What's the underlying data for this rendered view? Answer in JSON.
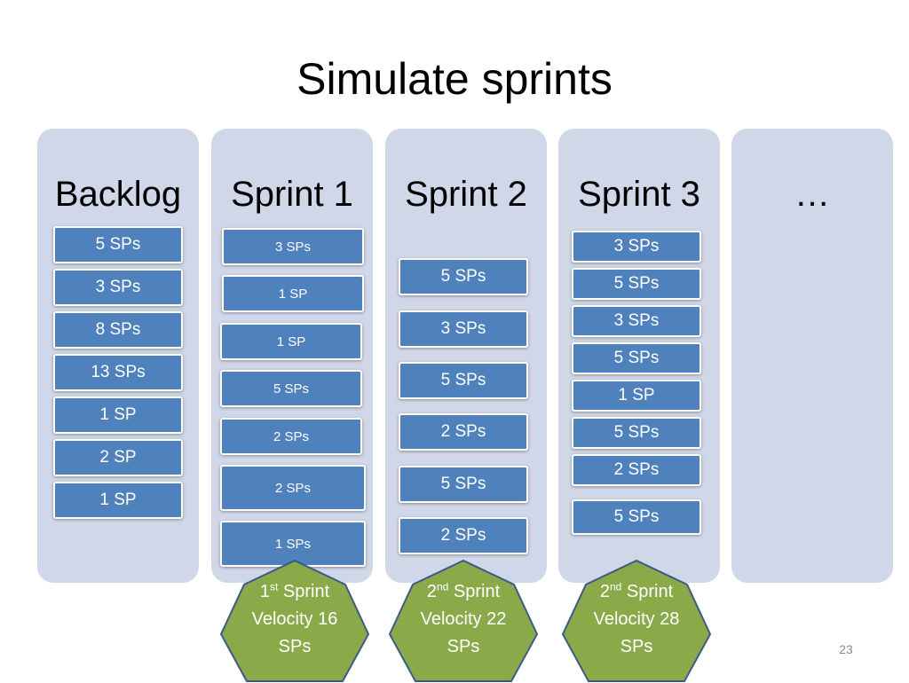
{
  "slide": {
    "title": "Simulate sprints",
    "page_number": "23"
  },
  "colors": {
    "column_bg": "#d0d7e8",
    "card_fill": "#4f81bd",
    "heptagon_fill": "#8aaa4a",
    "heptagon_stroke": "#3b5a86"
  },
  "columns": [
    {
      "header": "Backlog",
      "cards": [
        "5 SPs",
        "3 SPs",
        "8 SPs",
        "13 SPs",
        "1 SP",
        "2 SP",
        "1 SP"
      ]
    },
    {
      "header": "Sprint 1",
      "cards": [
        "3 SPs",
        "1 SP",
        "1 SP",
        "5 SPs",
        "2 SPs",
        "2 SPs",
        "1 SPs"
      ]
    },
    {
      "header": "Sprint 2",
      "cards": [
        "5 SPs",
        "3 SPs",
        "5 SPs",
        "2 SPs",
        "5 SPs",
        "2 SPs"
      ]
    },
    {
      "header": "Sprint 3",
      "cards": [
        "3 SPs",
        "5 SPs",
        "3 SPs",
        "5 SPs",
        "1 SP",
        "5 SPs",
        "2 SPs",
        "5 SPs"
      ]
    },
    {
      "header": "…",
      "cards": []
    }
  ],
  "velocities": [
    {
      "ordinal": "1",
      "suffix": "st",
      "label": " Sprint",
      "line2": "Velocity 16",
      "line3": "SPs"
    },
    {
      "ordinal": "2",
      "suffix": "nd",
      "label": " Sprint",
      "line2": "Velocity 22",
      "line3": "SPs"
    },
    {
      "ordinal": "2",
      "suffix": "nd",
      "label": " Sprint",
      "line2": "Velocity 28",
      "line3": "SPs"
    }
  ]
}
